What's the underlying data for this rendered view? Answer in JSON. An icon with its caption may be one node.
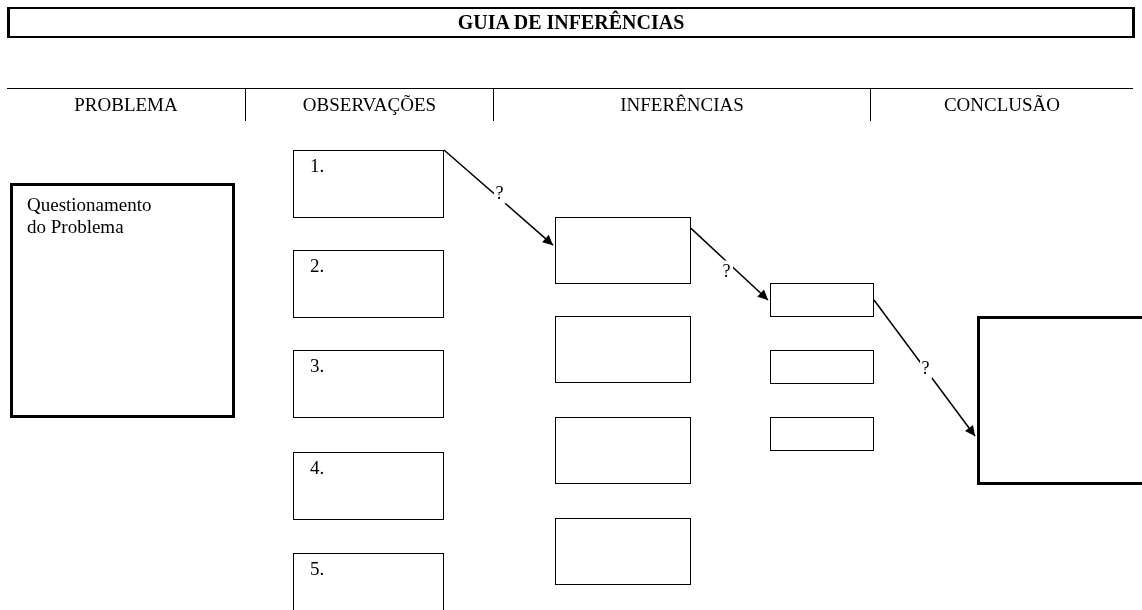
{
  "diagram": {
    "title": "GUIA DE INFERÊNCIAS",
    "nodes": [
      {
        "text": [
          "Questionamento do Problema"
        ]
      },
      {
        "text": [
          "1."
        ]
      },
      {
        "text": [
          "2."
        ]
      },
      {
        "text": [
          "3."
        ]
      },
      {
        "text": [
          "4."
        ]
      },
      {
        "text": [
          "5."
        ]
      },
      {
        "text": [],
        "shape": "box"
      },
      {
        "text": [],
        "shape": "box"
      },
      {
        "text": [],
        "shape": "box"
      },
      {
        "text": [],
        "shape": "box"
      },
      {
        "text": [],
        "shape": "box"
      },
      {
        "text": [],
        "shape": "box"
      },
      {
        "text": [],
        "shape": "box"
      },
      {
        "text": [],
        "shape": "box"
      }
    ],
    "edges": [
      {
        "from": 1,
        "to": 6,
        "arrow": "to",
        "label": "?"
      },
      {
        "from": 6,
        "to": 10,
        "arrow": "to",
        "label": "?"
      },
      {
        "from": 10,
        "to": 13,
        "arrow": "to",
        "label": "?"
      }
    ],
    "labels": [
      "PROBLEMA",
      "OBSERVAÇÕES",
      "INFERÊNCIAS",
      "CONCLUSÃO"
    ]
  }
}
